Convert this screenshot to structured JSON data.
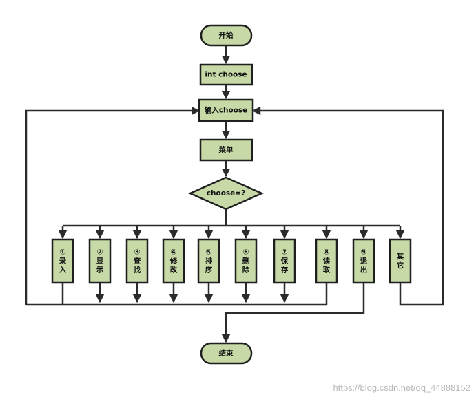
{
  "diagram": {
    "start": "开始",
    "declare": "int choose",
    "input": "输入choose",
    "menu": "菜单",
    "decision": "choose=?",
    "options": [
      {
        "num": "①",
        "label": "录入"
      },
      {
        "num": "②",
        "label": "显示"
      },
      {
        "num": "③",
        "label": "查找"
      },
      {
        "num": "④",
        "label": "修改"
      },
      {
        "num": "⑤",
        "label": "排序"
      },
      {
        "num": "⑥",
        "label": "删除"
      },
      {
        "num": "⑦",
        "label": "保存"
      },
      {
        "num": "⑧",
        "label": "读取"
      },
      {
        "num": "⑨",
        "label": "退出"
      },
      {
        "num": "",
        "label": "其它"
      }
    ],
    "end": "结束"
  },
  "watermark": "https://blog.csdn.net/qq_44888152",
  "colors": {
    "node_fill": "#c6d9a7",
    "stroke": "#1f1f1f",
    "edge": "#2b2b2b"
  }
}
